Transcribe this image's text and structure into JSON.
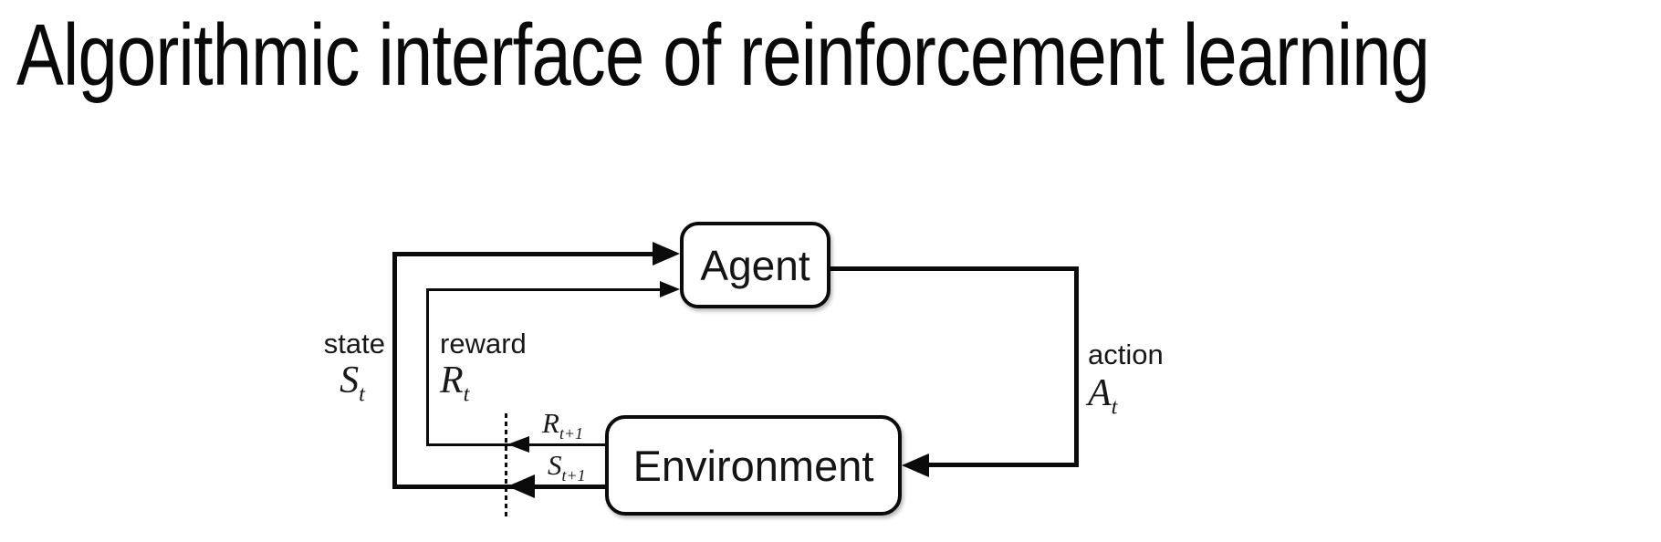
{
  "title": "Algorithmic interface of reinforcement learning",
  "diagram": {
    "agent_label": "Agent",
    "environment_label": "Environment",
    "state": {
      "word": "state",
      "symbol": "S",
      "subscript": "t"
    },
    "reward": {
      "word": "reward",
      "symbol": "R",
      "subscript": "t"
    },
    "action": {
      "word": "action",
      "symbol": "A",
      "subscript": "t"
    },
    "next_reward": {
      "symbol": "R",
      "subscript": "t+1"
    },
    "next_state": {
      "symbol": "S",
      "subscript": "t+1"
    },
    "colors": {
      "ink": "#0b0b0b",
      "background": "#ffffff",
      "box_fill": "#ffffff"
    }
  }
}
